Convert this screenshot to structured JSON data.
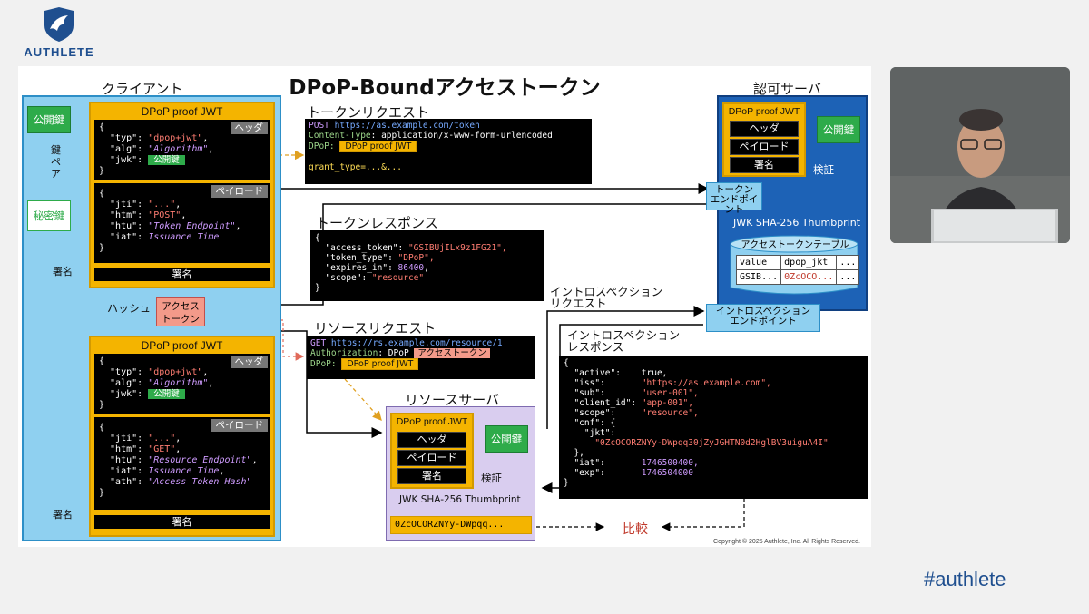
{
  "brand": {
    "name": "AUTHLETE"
  },
  "slide": {
    "title": "DPoP-Boundアクセストークン",
    "copyright": "Copyright © 2025 Authlete, Inc. All Rights Reserved."
  },
  "client": {
    "title": "クライアント",
    "public_key": "公開鍵",
    "key_pair": "鍵ペア",
    "private_key": "秘密鍵",
    "sign_label_1": "署名",
    "sign_label_2": "署名",
    "hash_label": "ハッシュ",
    "access_token_tag": "アクセストークン",
    "proof1": {
      "title": "DPoP proof JWT",
      "header_tag": "ヘッダ",
      "payload_tag": "ペイロード",
      "signature": "署名",
      "h_open": "{",
      "h_typ_k": "  \"typ\": ",
      "h_typ_v": "\"dpop+jwt\"",
      "h_alg_k": "  \"alg\": ",
      "h_alg_v": "\"Algorithm\"",
      "h_jwk_k": "  \"jwk\": ",
      "h_jwk_v": "公開鍵",
      "h_close": "}",
      "p_open": "{",
      "p_jti_k": "  \"jti\": ",
      "p_jti_v": "\"...\"",
      "p_htm_k": "  \"htm\": ",
      "p_htm_v": "\"POST\"",
      "p_htu_k": "  \"htu\": ",
      "p_htu_v": "\"Token Endpoint\"",
      "p_iat_k": "  \"iat\": ",
      "p_iat_v": "Issuance Time",
      "p_close": "}"
    },
    "proof2": {
      "title": "DPoP proof JWT",
      "header_tag": "ヘッダ",
      "payload_tag": "ペイロード",
      "signature": "署名",
      "h_open": "{",
      "h_typ_k": "  \"typ\": ",
      "h_typ_v": "\"dpop+jwt\"",
      "h_alg_k": "  \"alg\": ",
      "h_alg_v": "\"Algorithm\"",
      "h_jwk_k": "  \"jwk\": ",
      "h_jwk_v": "公開鍵",
      "h_close": "}",
      "p_open": "{",
      "p_jti_k": "  \"jti\": ",
      "p_jti_v": "\"...\"",
      "p_htm_k": "  \"htm\": ",
      "p_htm_v": "\"GET\"",
      "p_htu_k": "  \"htu\": ",
      "p_htu_v": "\"Resource Endpoint\"",
      "p_iat_k": "  \"iat\": ",
      "p_iat_v": "Issuance Time",
      "p_ath_k": "  \"ath\": ",
      "p_ath_v": "\"Access Token Hash\"",
      "p_close": "}"
    }
  },
  "token_request": {
    "title": "トークンリクエスト",
    "method": "POST",
    "url": "https://as.example.com/token",
    "ct_key": "Content-Type",
    "ct_val": ": application/x-www-form-urlencoded",
    "dpop_key": "DPoP: ",
    "dpop_val": "DPoP proof JWT",
    "body": "grant_type=...&..."
  },
  "token_response": {
    "title": "トークンレスポンス",
    "open": "{",
    "at_k": "  \"access_token\": ",
    "at_v": "\"GSIBUjILx9z1FG21\",",
    "tt_k": "  \"token_type\": ",
    "tt_v": "\"DPoP\",",
    "ei_k": "  \"expires_in\": ",
    "ei_v": "86400",
    "sc_k": "  \"scope\": ",
    "sc_v": "\"resource\"",
    "close": "}"
  },
  "resource_request": {
    "title": "リソースリクエスト",
    "method": "GET",
    "url": "https://rs.example.com/resource/1",
    "auth_key": "Authorization",
    "auth_scheme": ": DPoP ",
    "auth_val": "アクセストークン",
    "dpop_key": "DPoP: ",
    "dpop_val": "DPoP proof JWT"
  },
  "auth_server": {
    "title": "認可サーバ",
    "proof_title": "DPoP proof JWT",
    "header": "ヘッダ",
    "payload": "ペイロード",
    "signature": "署名",
    "public_key": "公開鍵",
    "verify": "検証",
    "token_endpoint_1": "トークン",
    "token_endpoint_2": "エンドポイント",
    "thumbprint_label": "JWK SHA-256 Thumbprint",
    "table_title": "アクセストークンテーブル",
    "table": {
      "headers": [
        "value",
        "dpop_jkt",
        "..."
      ],
      "row": [
        "GSIB...",
        "0ZcOCO...",
        "..."
      ]
    },
    "introspection_endpoint_1": "イントロスペクション",
    "introspection_endpoint_2": "エンドポイント"
  },
  "introspection_request": {
    "title_1": "イントロスペクション",
    "title_2": "リクエスト"
  },
  "introspection_response": {
    "title_1": "イントロスペクション",
    "title_2": "レスポンス",
    "open": "{",
    "active_k": "  \"active\":    ",
    "active_v": "true,",
    "iss_k": "  \"iss\":       ",
    "iss_v": "\"https://as.example.com\",",
    "sub_k": "  \"sub\":       ",
    "sub_v": "\"user-001\",",
    "cid_k": "  \"client_id\": ",
    "cid_v": "\"app-001\",",
    "scope_k": "  \"scope\":     ",
    "scope_v": "\"resource\",",
    "cnf_k": "  \"cnf\": {",
    "jkt_k": "    \"jkt\":",
    "jkt_v": "      \"0ZcOCORZNYy-DWpqq30jZyJGHTN0d2HglBV3uiguA4I\"",
    "cnf_close": "  },",
    "iat_k": "  \"iat\":       ",
    "iat_v": "1746500400,",
    "exp_k": "  \"exp\":       ",
    "exp_v": "1746504000",
    "close": "}"
  },
  "resource_server": {
    "title": "リソースサーバ",
    "proof_title": "DPoP proof JWT",
    "header": "ヘッダ",
    "payload": "ペイロード",
    "signature": "署名",
    "public_key": "公開鍵",
    "verify": "検証",
    "thumbprint_label": "JWK SHA-256 Thumbprint",
    "thumbprint_value": "0ZcOCORZNYy-DWpqq..."
  },
  "compare_label": "比較",
  "hashtag": "#authlete",
  "colors": {
    "client_panel": "#8fd0f0",
    "auth_panel": "#1d62b6",
    "resource_panel": "#d9cdef",
    "jwt_box": "#f4b400",
    "key_green": "#2eab4a",
    "token_pink": "#f39a8a"
  }
}
